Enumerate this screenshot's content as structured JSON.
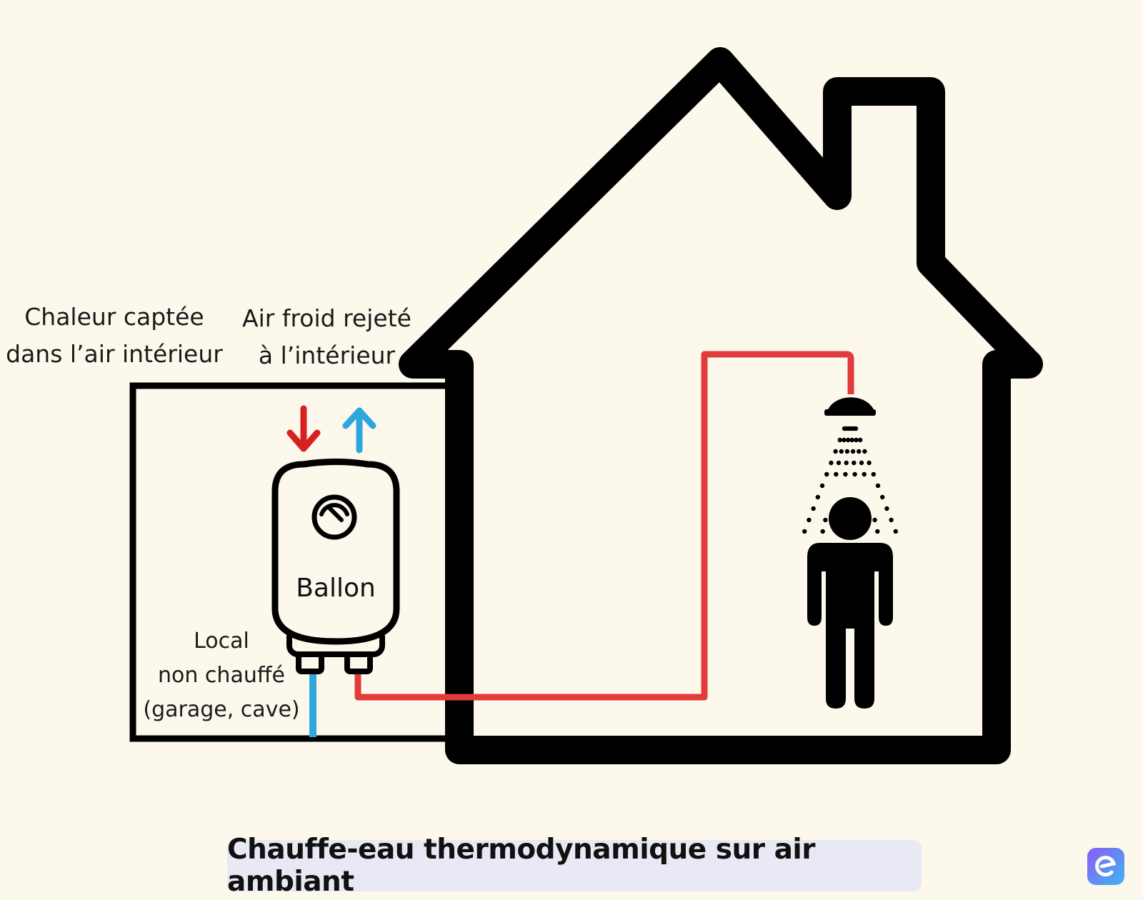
{
  "labels": {
    "heat_line1": "Chaleur captée",
    "heat_line2": "dans l’air intérieur",
    "cold_line1": "Air froid rejeté",
    "cold_line2": "à l’intérieur",
    "tank": "Ballon",
    "local_line1": "Local",
    "local_line2": "non chauffé",
    "local_line3": "(garage, cave)"
  },
  "title": "Chauffe-eau thermodynamique sur air ambiant",
  "icons": {
    "hot_arrow": "arrow-down-icon",
    "cold_arrow": "arrow-up-icon",
    "gauge": "gauge-icon",
    "shower": "shower-icon",
    "person": "person-icon",
    "logo": "brand-logo-icon"
  },
  "colors": {
    "background": "#fcf8ec",
    "outline": "#000000",
    "hot": "#e23b3b",
    "cold": "#2ea8dc",
    "hot_arrow": "#d92020",
    "title_box": "#e9e9f5"
  }
}
